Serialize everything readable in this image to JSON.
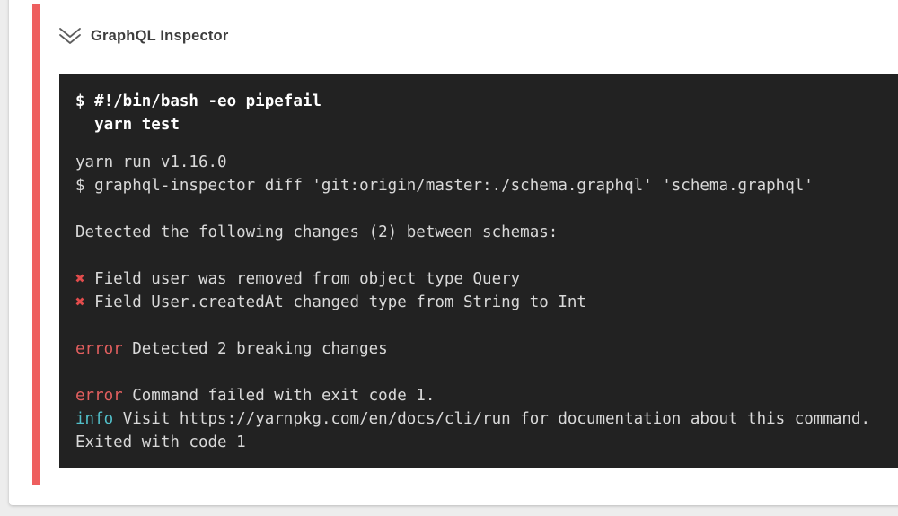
{
  "page": {
    "background_color": "#ededed"
  },
  "step_card": {
    "title": "GraphQL Inspector",
    "accent_color": "#ee5f5f",
    "collapse_icon": "double-chevron-down-icon"
  },
  "terminal": {
    "background_color": "#222222",
    "text_colors": {
      "command": "#ffffff",
      "plain": "#d9d9d9",
      "cross": "#e24c4c",
      "error": "#e25f5f",
      "info": "#52bfc9"
    },
    "command_lines": [
      "$ #!/bin/bash -eo pipefail",
      "  yarn test"
    ],
    "output_lines": [
      [
        {
          "text": "yarn run v1.16.0",
          "style": "plain"
        }
      ],
      [
        {
          "text": "$ graphql-inspector diff 'git:origin/master:./schema.graphql' 'schema.graphql'",
          "style": "plain"
        }
      ],
      [],
      [
        {
          "text": "Detected the following changes (2) between schemas:",
          "style": "plain"
        }
      ],
      [],
      [
        {
          "text": "✖",
          "style": "cross"
        },
        {
          "text": " Field user was removed from object type Query",
          "style": "plain"
        }
      ],
      [
        {
          "text": "✖",
          "style": "cross"
        },
        {
          "text": " Field User.createdAt changed type from String to Int",
          "style": "plain"
        }
      ],
      [],
      [
        {
          "text": "error",
          "style": "error"
        },
        {
          "text": " Detected 2 breaking changes",
          "style": "plain"
        }
      ],
      [],
      [
        {
          "text": "error",
          "style": "error"
        },
        {
          "text": " Command failed with exit code 1.",
          "style": "plain"
        }
      ],
      [
        {
          "text": "info",
          "style": "info"
        },
        {
          "text": " Visit https://yarnpkg.com/en/docs/cli/run for documentation about this command.",
          "style": "plain"
        }
      ],
      [
        {
          "text": "Exited with code 1",
          "style": "plain"
        }
      ]
    ]
  }
}
